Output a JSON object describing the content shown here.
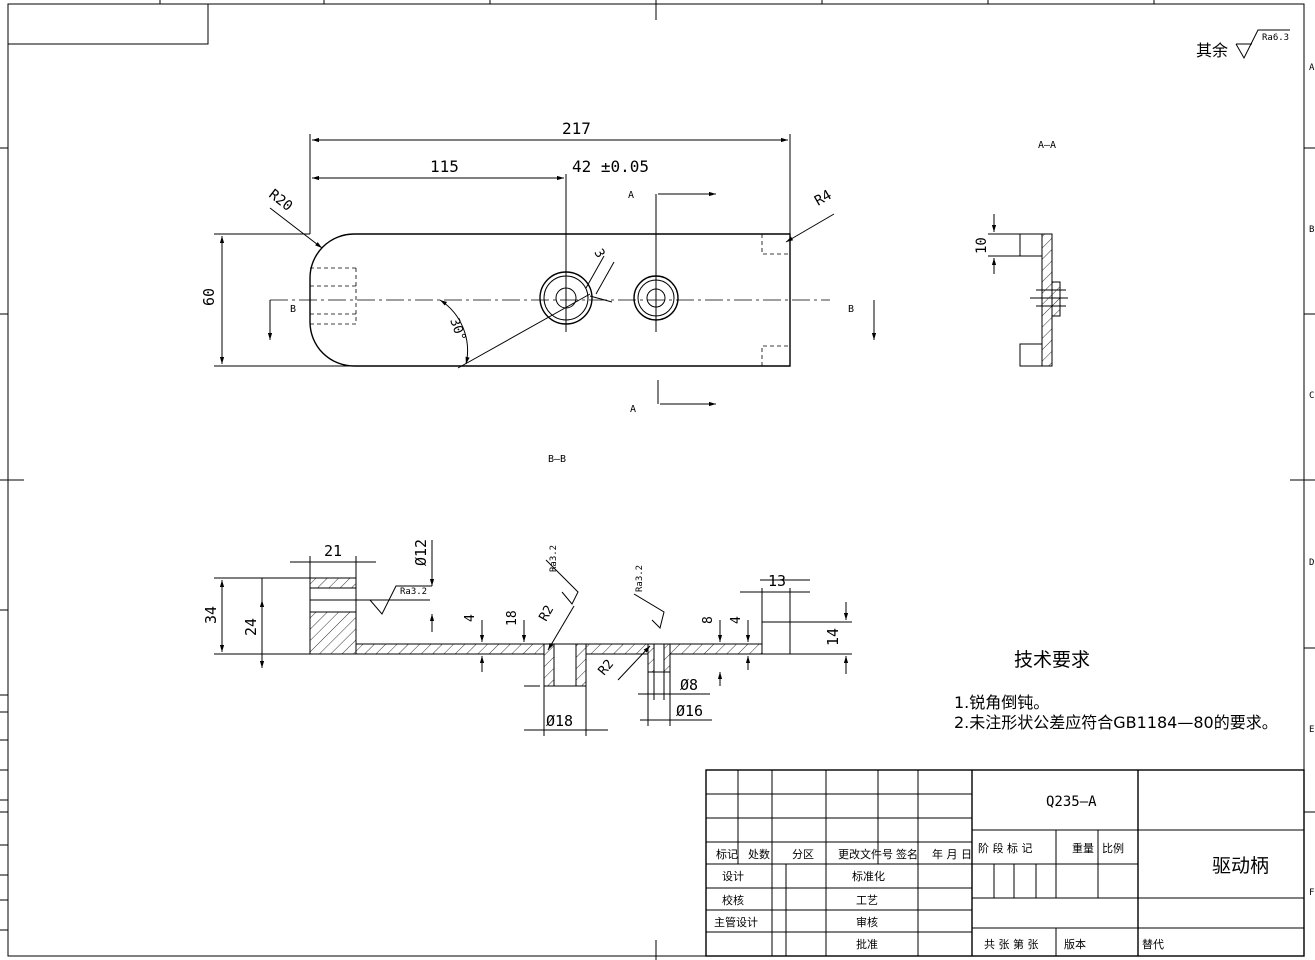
{
  "roughness_note": {
    "label": "其余",
    "value": "Ra6.3"
  },
  "section_labels": {
    "aa": "A—A",
    "bb": "B—B",
    "a": "A",
    "b": "B"
  },
  "top_view": {
    "dim_217": "217",
    "dim_115": "115",
    "dim_42": "42 ±0.05",
    "dim_60": "60",
    "r20": "R20",
    "r4": "R4",
    "dim_3": "3",
    "angle": "30°"
  },
  "side_view": {
    "dim_10": "10"
  },
  "bb_view": {
    "dim_21": "21",
    "dia_12": "Ø12",
    "dim_34": "34",
    "dim_24": "24",
    "ra_left": "Ra3.2",
    "dim_4a": "4",
    "dim_18": "18",
    "ra_mid": "Ra3.2",
    "r2a": "R2",
    "dia_18": "Ø18",
    "ra_right": "Ra3.2",
    "r2b": "R2",
    "dia_8": "Ø8",
    "dia_16": "Ø16",
    "dim_8": "8",
    "dim_4b": "4",
    "dim_13": "13",
    "dim_14": "14"
  },
  "tech_req": {
    "title": "技术要求",
    "item1": "1.锐角倒钝。",
    "item2": "2.未注形状公差应符合GB1184—80的要求。"
  },
  "title_block": {
    "material": "Q235—A",
    "part_name": "驱动柄",
    "h_mark": "标记",
    "h_count": "处数",
    "h_zone": "分区",
    "h_doc": "更改文件号",
    "h_sign": "签名",
    "h_date": "年 月 日",
    "r_design": "设计",
    "r_check": "校核",
    "r_chief": "主管设计",
    "r_std": "标准化",
    "r_craft": "工艺",
    "r_review": "审核",
    "r_approve": "批准",
    "stage": "阶 段 标 记",
    "weight": "重量",
    "scale": "比例",
    "sheets": "共  张  第  张",
    "version": "版本",
    "replace": "替代"
  },
  "zone_letters": [
    "A",
    "B",
    "C",
    "D",
    "E",
    "F"
  ]
}
